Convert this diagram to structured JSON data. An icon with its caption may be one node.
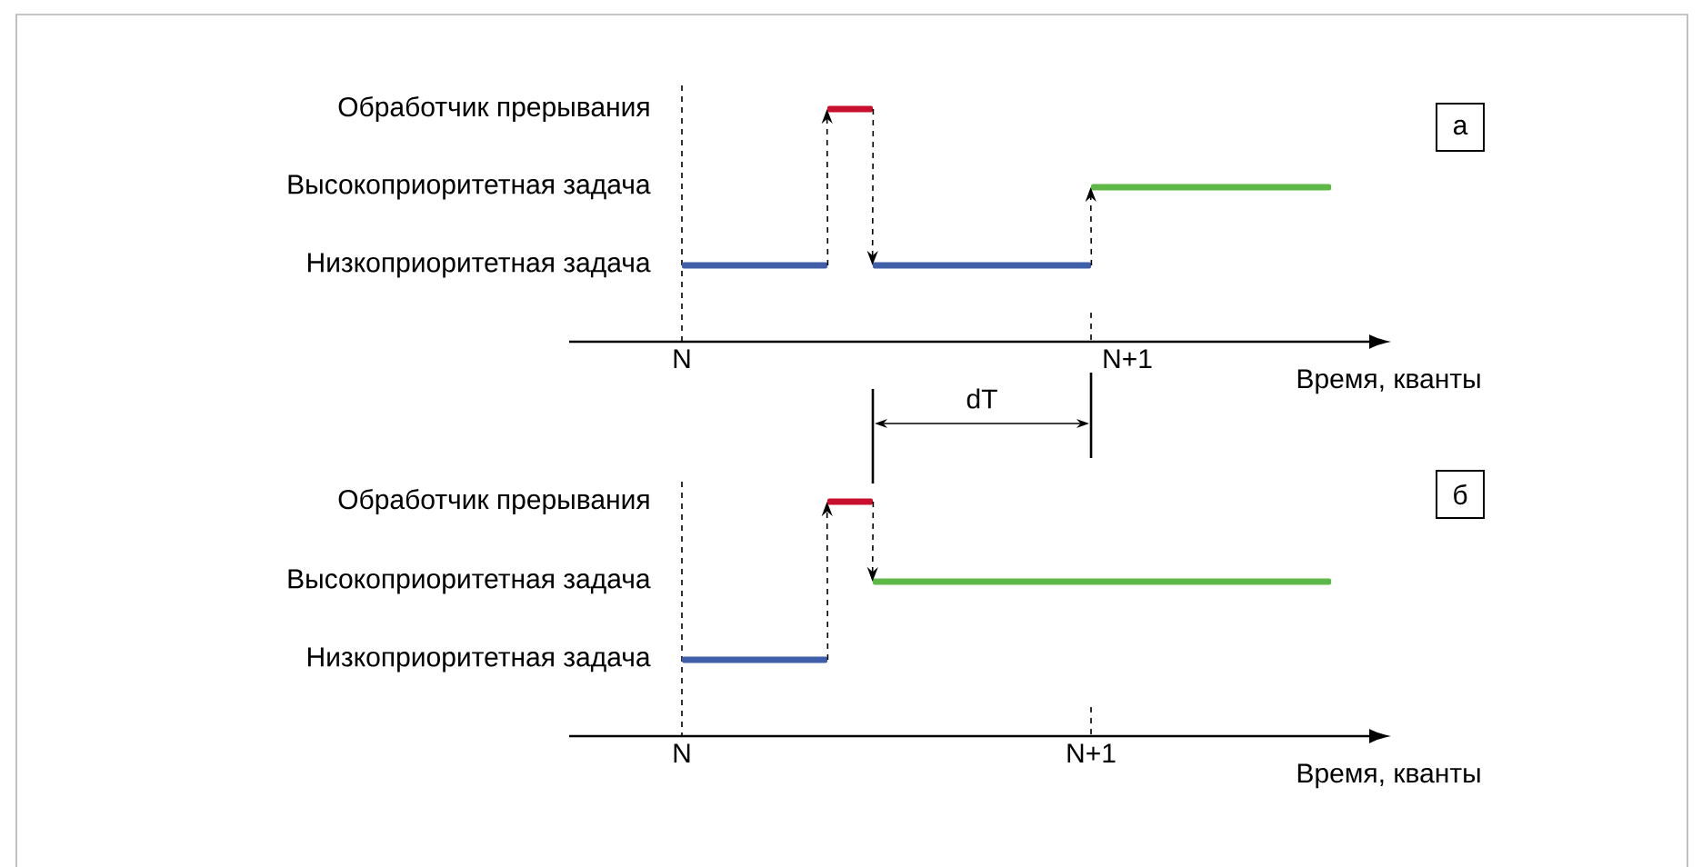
{
  "diagram": {
    "nodes": [
      {
        "text": [],
        "shape": "bar"
      },
      {
        "text": [],
        "shape": "bar"
      },
      {
        "text": [],
        "shape": "bar"
      },
      {
        "text": [],
        "shape": "bar"
      },
      {
        "text": [
          "а"
        ]
      },
      {
        "text": [],
        "shape": "bar"
      },
      {
        "text": [],
        "shape": "bar"
      },
      {
        "text": [],
        "shape": "bar"
      },
      {
        "text": [
          "б"
        ]
      }
    ],
    "edges": [
      {
        "from": 0,
        "to": 1,
        "arrow": "to",
        "style": "dashed"
      },
      {
        "from": 1,
        "to": 2,
        "arrow": "to",
        "style": "dashed"
      },
      {
        "from": 2,
        "to": 3,
        "arrow": "to",
        "style": "dashed"
      },
      {
        "from": 5,
        "to": 6,
        "arrow": "to",
        "style": "dashed"
      },
      {
        "from": 6,
        "to": 7,
        "arrow": "to",
        "style": "dashed"
      }
    ],
    "labels": [
      "Обработчик прерывания",
      "Высокоприоритетная задача",
      "Низкоприоритетная задача",
      "N",
      "N+1",
      "Время, кванты",
      "dT",
      "Обработчик прерывания",
      "Высокоприоритетная задача",
      "Низкоприоритетная задача",
      "N",
      "N+1",
      "Время, кванты"
    ]
  }
}
